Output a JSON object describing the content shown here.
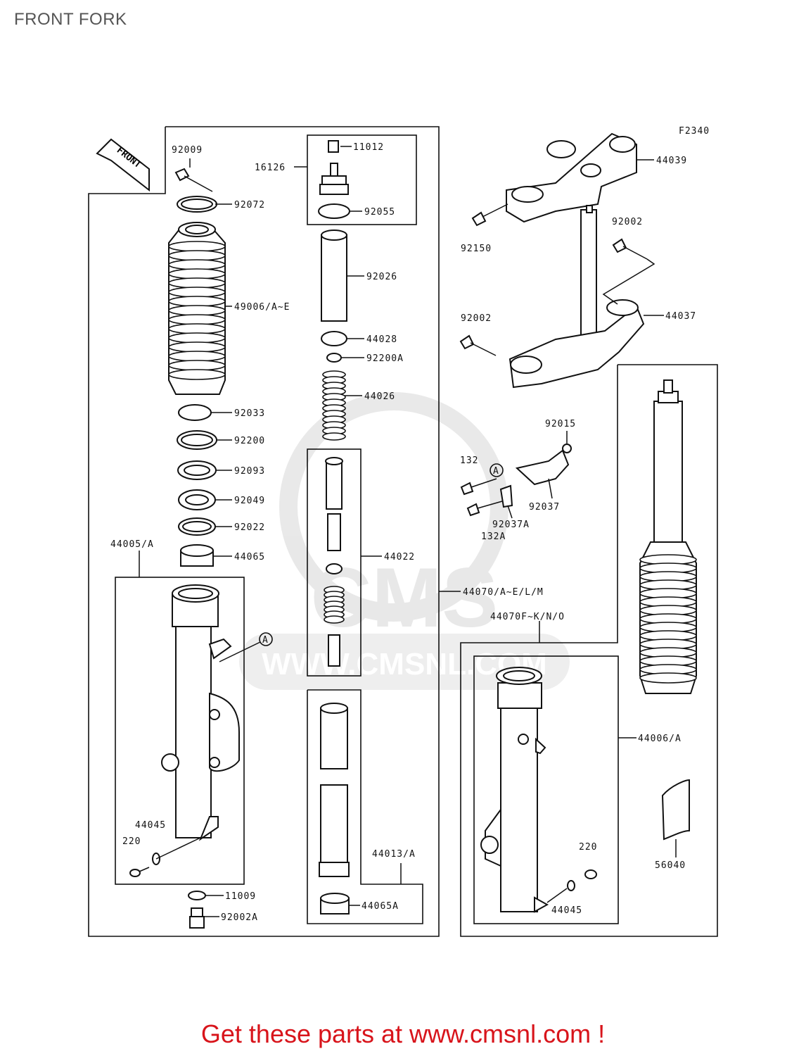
{
  "title": "FRONT FORK",
  "footer": "Get these parts at www.cmsnl.com !",
  "diagram_code": "F2340",
  "front_label": "FRONT",
  "ref_marker": "A",
  "watermark": {
    "text": "WWW.CMSNL.COM",
    "logo": "CMS"
  },
  "colors": {
    "footer": "#d8141b",
    "title": "#555555",
    "line": "#111111"
  },
  "labels": {
    "l92009": "92009",
    "l92072": "92072",
    "l49006": "49006/A~E",
    "l92033": "92033",
    "l92200": "92200",
    "l92093": "92093",
    "l92049": "92049",
    "l92022": "92022",
    "l44065": "44065",
    "l44005": "44005/A",
    "l44045": "44045",
    "l220": "220",
    "l11009": "11009",
    "l92002A": "92002A",
    "l16126": "16126",
    "l11012": "11012",
    "l92055": "92055",
    "l92026": "92026",
    "l44028": "44028",
    "l92200A": "92200A",
    "l44026": "44026",
    "l44022": "44022",
    "l44013": "44013/A",
    "l44065A": "44065A",
    "l44070": "44070/A~E/L/M",
    "l44070F": "44070F~K/N/O",
    "l44039": "44039",
    "l92150": "92150",
    "l92002a": "92002",
    "l92002b": "92002",
    "l44037": "44037",
    "l92015": "92015",
    "l132": "132",
    "l92037": "92037",
    "l132A": "132A",
    "l92037A": "92037A",
    "l44006": "44006/A",
    "l56040": "56040",
    "l220b": "220",
    "l44045b": "44045"
  }
}
